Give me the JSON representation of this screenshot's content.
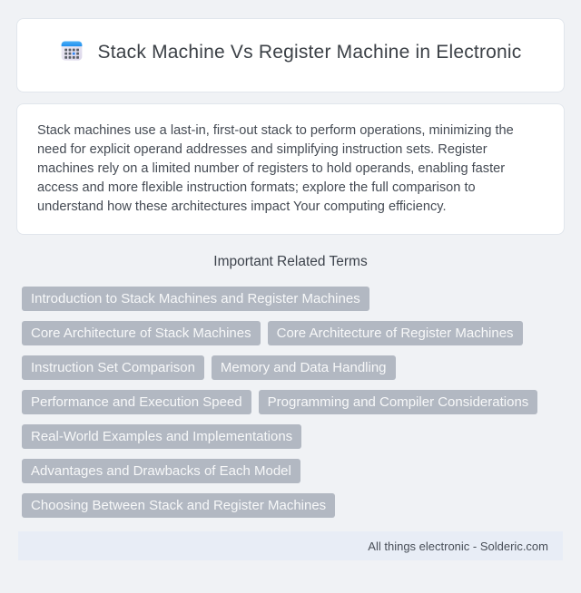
{
  "header": {
    "icon": "calendar-icon",
    "title": "Stack Machine Vs Register Machine in Electronic"
  },
  "intro": {
    "text": "Stack machines use a last-in, first-out stack to perform operations, minimizing the need for explicit operand addresses and simplifying instruction sets. Register machines rely on a limited number of registers to hold operands, enabling faster access and more flexible instruction formats; explore the full comparison to understand how these architectures impact Your computing efficiency."
  },
  "related_terms": {
    "heading": "Important Related Terms",
    "terms": [
      "Introduction to Stack Machines and Register Machines",
      "Core Architecture of Stack Machines",
      "Core Architecture of Register Machines",
      "Instruction Set Comparison",
      "Memory and Data Handling",
      "Performance and Execution Speed",
      "Programming and Compiler Considerations",
      "Real-World Examples and Implementations",
      "Advantages and Drawbacks of Each Model",
      "Choosing Between Stack and Register Machines"
    ]
  },
  "footer": {
    "text": "All things electronic - Solderic.com"
  },
  "colors": {
    "page_background": "#f0f2f5",
    "card_background": "#ffffff",
    "card_border": "#e1e6ec",
    "tag_background": "#b2b8c2",
    "tag_text": "#f7f8f9",
    "footer_background": "#e8edf6",
    "title_text": "#3c4147",
    "body_text": "#454b54",
    "icon_header_blue": "#339df2",
    "icon_body": "#e7e4f1",
    "icon_grid_dark": "#585d66",
    "icon_grid_blue": "#2f86f5"
  }
}
